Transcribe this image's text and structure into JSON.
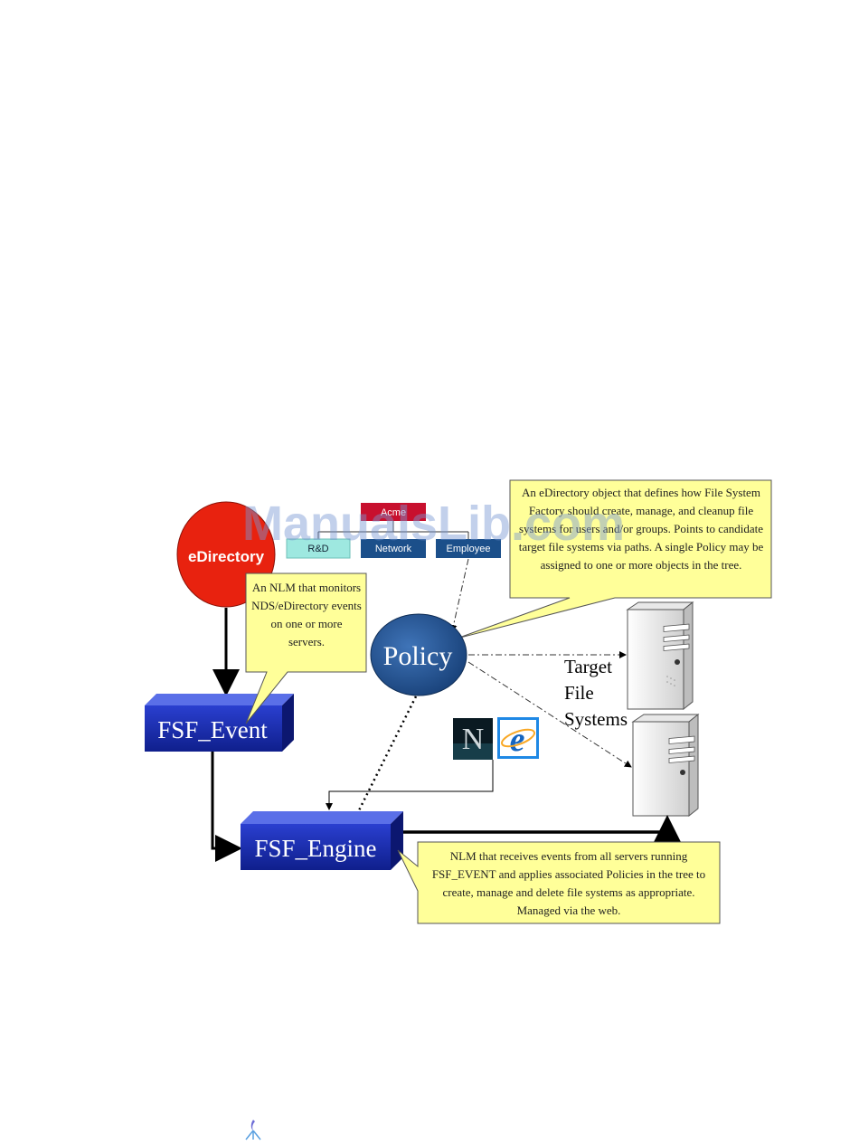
{
  "diagram": {
    "edirectory": {
      "label": "eDirectory"
    },
    "org_tree": {
      "root": "Acme",
      "children": [
        "R&D",
        "Network",
        "Employee"
      ]
    },
    "policy": {
      "label": "Policy"
    },
    "fsf_event": {
      "label": "FSF_Event"
    },
    "fsf_engine": {
      "label": "FSF_Engine"
    },
    "target_label": [
      "Target",
      "File",
      "Systems"
    ],
    "browsers": {
      "netscape_letter": "N",
      "ie_letter": "e"
    },
    "callouts": {
      "policy": "An eDirectory object that defines how File System Factory should create, manage, and cleanup file systems for users and/or groups. Points to candidate target file systems via paths. A single Policy may be assigned to one or more objects in the tree.",
      "event": "An NLM that monitors NDS/eDirectory events on one or more servers.",
      "engine": "NLM that receives events from all servers running FSF_EVENT and applies associated Policies in the tree to create, manage and delete file systems as appropriate. Managed via the web."
    },
    "colors": {
      "edirectory": "#e8220f",
      "policy": "#1f4f8f",
      "box": "#1f2fb8",
      "callout": "#ffff99",
      "org_root": "#c8102e",
      "org_rd": "#9ee8e0",
      "org_blue": "#1b4f8a"
    }
  },
  "watermark": "ManualsLib.com"
}
